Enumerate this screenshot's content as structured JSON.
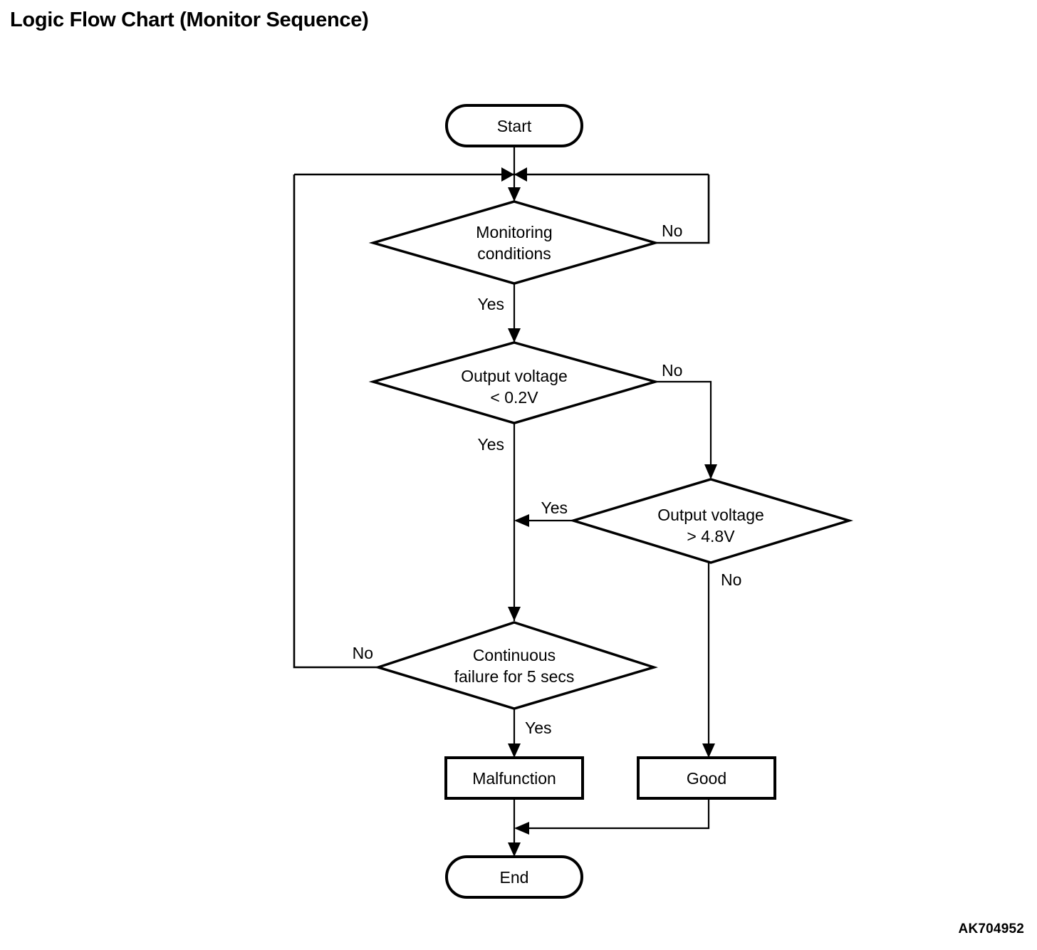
{
  "page": {
    "title": "Logic Flow Chart (Monitor Sequence)",
    "watermark": "AK704952",
    "background": "#ffffff",
    "line_color": "#000000"
  },
  "chart_data": {
    "type": "diagram",
    "diagram_kind": "flowchart",
    "title": "Logic Flow Chart (Monitor Sequence)",
    "nodes": [
      {
        "id": "start",
        "shape": "terminator",
        "label": "Start"
      },
      {
        "id": "d1",
        "shape": "decision",
        "label_line1": "Monitoring",
        "label_line2": "conditions"
      },
      {
        "id": "d2",
        "shape": "decision",
        "label_line1": "Output voltage",
        "label_line2": "< 0.2V"
      },
      {
        "id": "d3",
        "shape": "decision",
        "label_line1": "Output voltage",
        "label_line2": "> 4.8V"
      },
      {
        "id": "d4",
        "shape": "decision",
        "label_line1": "Continuous",
        "label_line2": "failure for 5 secs"
      },
      {
        "id": "malfunc",
        "shape": "process",
        "label": "Malfunction"
      },
      {
        "id": "good",
        "shape": "process",
        "label": "Good"
      },
      {
        "id": "end",
        "shape": "terminator",
        "label": "End"
      }
    ],
    "edges": [
      {
        "from": "start",
        "to": "d1",
        "label": ""
      },
      {
        "from": "d1",
        "to": "d1",
        "label": "No",
        "route": "right-loop-back-to-top"
      },
      {
        "from": "d1",
        "to": "d2",
        "label": "Yes"
      },
      {
        "from": "d2",
        "to": "d3",
        "label": "No"
      },
      {
        "from": "d2",
        "to": "d4",
        "label": "Yes"
      },
      {
        "from": "d3",
        "to": "d4",
        "label": "Yes",
        "route": "left-into-trunk"
      },
      {
        "from": "d3",
        "to": "good",
        "label": "No"
      },
      {
        "from": "d4",
        "to": "d1",
        "label": "No",
        "route": "left-loop-back-to-top"
      },
      {
        "from": "d4",
        "to": "malfunc",
        "label": "Yes"
      },
      {
        "from": "malfunc",
        "to": "end",
        "label": ""
      },
      {
        "from": "good",
        "to": "end",
        "label": ""
      }
    ],
    "labels": {
      "start": "Start",
      "end": "End",
      "yes": "Yes",
      "no": "No",
      "d1_l1": "Monitoring",
      "d1_l2": "conditions",
      "d2_l1": "Output voltage",
      "d2_l2": "< 0.2V",
      "d3_l1": "Output voltage",
      "d3_l2": "> 4.8V",
      "d4_l1": "Continuous",
      "d4_l2": "failure for 5 secs",
      "malfunction": "Malfunction",
      "good": "Good"
    },
    "edge_labels": {
      "d1_no": "No",
      "d1_yes": "Yes",
      "d2_no": "No",
      "d2_yes": "Yes",
      "d3_yes": "Yes",
      "d3_no": "No",
      "d4_no": "No",
      "d4_yes": "Yes"
    }
  }
}
